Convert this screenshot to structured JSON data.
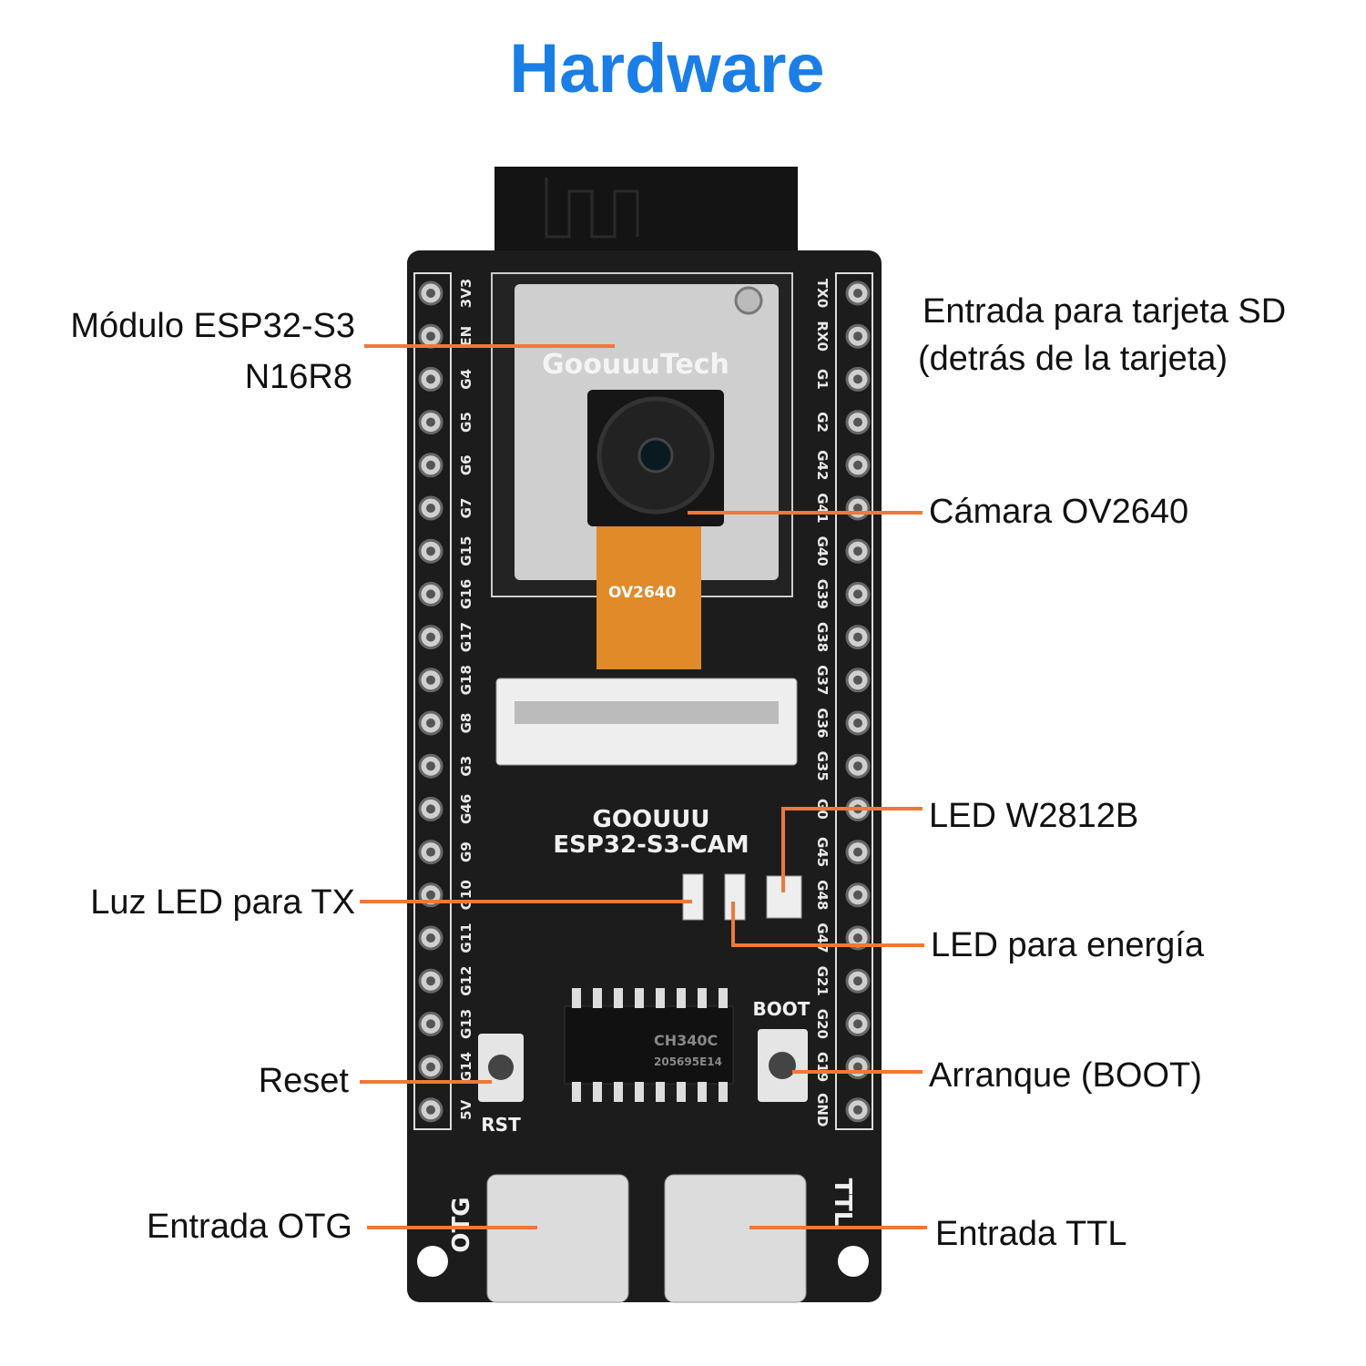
{
  "title": "Hardware",
  "colors": {
    "title": "#1a7ee6",
    "callout_line": "#f07838",
    "board": "#1c1c1c"
  },
  "board": {
    "brand": "GOOUUU",
    "model": "ESP32-S3-CAM",
    "module_brand": "GoouuuTech",
    "camera_label": "OV2640",
    "chip_label": "CH340C",
    "chip_code": "205695E14",
    "rst_label": "RST",
    "boot_label": "BOOT",
    "otg_label": "OTG",
    "ttl_label": "TTL",
    "left_pins": [
      "3V3",
      "EN",
      "G4",
      "G5",
      "G6",
      "G7",
      "G15",
      "G16",
      "G17",
      "G18",
      "G8",
      "G3",
      "G46",
      "G9",
      "G10",
      "G11",
      "G12",
      "G13",
      "G14",
      "5V"
    ],
    "right_pins": [
      "TX0",
      "RX0",
      "G1",
      "G2",
      "G42",
      "G41",
      "G40",
      "G39",
      "G38",
      "G37",
      "G36",
      "G35",
      "G0",
      "G45",
      "G48",
      "G47",
      "G21",
      "G20",
      "G19",
      "GND"
    ]
  },
  "callouts": {
    "module_line1": "Módulo ESP32-S3",
    "module_line2": "N16R8",
    "sd_line1": "Entrada para tarjeta SD",
    "sd_line2": "(detrás de la tarjeta)",
    "camera": "Cámara OV2640",
    "led_ws": "LED W2812B",
    "led_tx": "Luz LED para TX",
    "led_power": "LED para energía",
    "reset": "Reset",
    "boot": "Arranque (BOOT)",
    "otg": "Entrada OTG",
    "ttl": "Entrada TTL"
  }
}
